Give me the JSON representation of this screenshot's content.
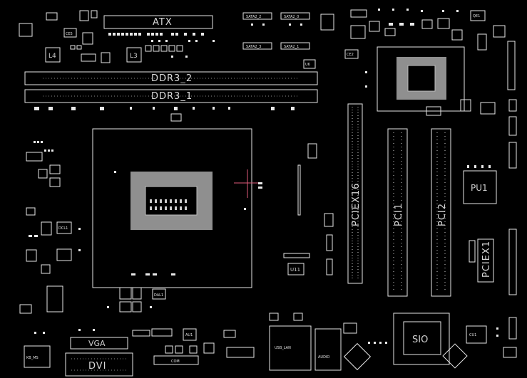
{
  "connectors": {
    "atx": "ATX",
    "ddr3_2": "DDR3_2",
    "ddr3_1": "DDR3_1",
    "pciex16": "PCIEX16",
    "pci1": "PCI1",
    "pci2": "PCI2",
    "pciex1": "PCIEX1",
    "vga": "VGA",
    "dvi": "DVI",
    "com": "COM",
    "usb_lan": "USB_LAN",
    "audio": "AUDIO",
    "kb_ms": "KB_MS",
    "sata2_2": "SATA2_2",
    "sata2_0": "SATA2_0",
    "sata2_3": "SATA2_3",
    "sata2_1": "SATA2_1"
  },
  "chips": {
    "sio": "SIO",
    "pu1": "PU1",
    "u11": "U11",
    "u6": "U6",
    "au1": "AU1",
    "cu1": "CU1"
  },
  "inductors": {
    "l4": "L4",
    "l3": "L3"
  },
  "small_labels": {
    "dal1": "DAL1",
    "dcl1": "DCL1",
    "ce5": "CE5",
    "qe1": "QE1",
    "ce2": "CE2"
  },
  "colors": {
    "background": "#000000",
    "outline": "#e6e6e6",
    "pad": "#e8e8e8",
    "crosshair": "#e05a7a"
  }
}
